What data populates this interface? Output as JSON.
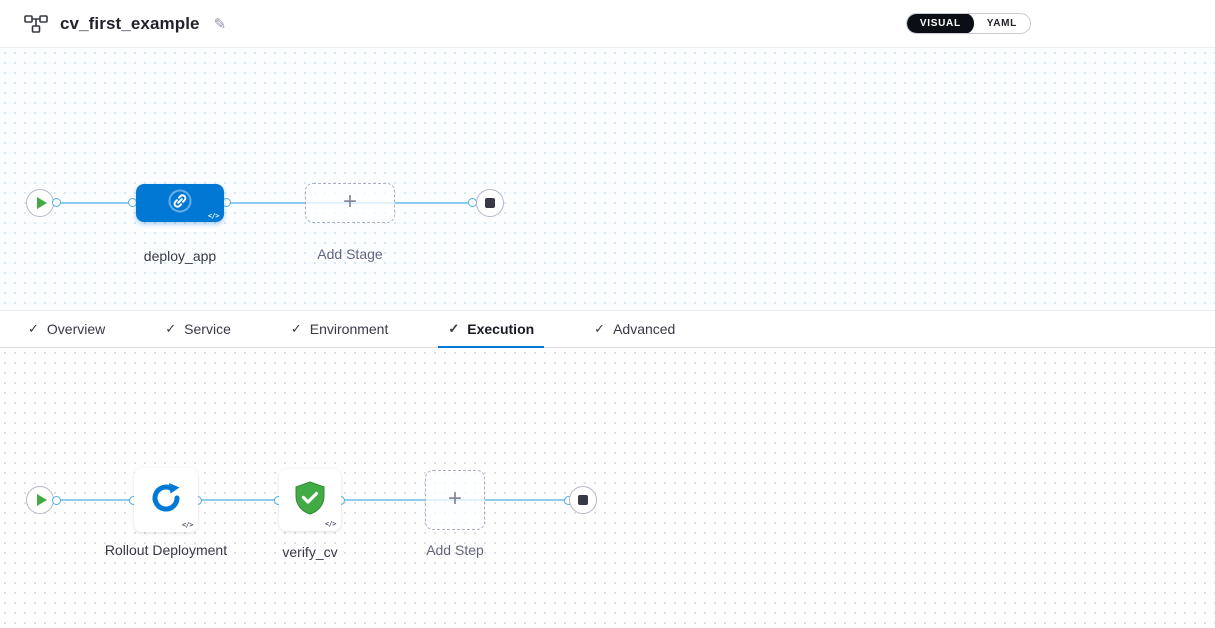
{
  "header": {
    "title": "cv_first_example",
    "view_toggle": {
      "visual": "VISUAL",
      "yaml": "YAML"
    }
  },
  "icons": {
    "plus": "+",
    "check": "✓",
    "edit": "✎",
    "code": "</>"
  },
  "stage_pipeline": {
    "stage_label": "deploy_app",
    "add_stage_label": "Add Stage"
  },
  "tabs": {
    "items": [
      {
        "label": "Overview"
      },
      {
        "label": "Service"
      },
      {
        "label": "Environment"
      },
      {
        "label": "Execution"
      },
      {
        "label": "Advanced"
      }
    ],
    "active": "Execution"
  },
  "execution": {
    "steps": [
      {
        "label": "Rollout Deployment"
      },
      {
        "label": "verify_cv"
      }
    ],
    "add_step_label": "Add Step"
  },
  "colors": {
    "accent_blue": "#0278d5",
    "connector_blue": "#8ecdf0",
    "verify_green": "#42ab45",
    "dark_text": "#383946"
  }
}
